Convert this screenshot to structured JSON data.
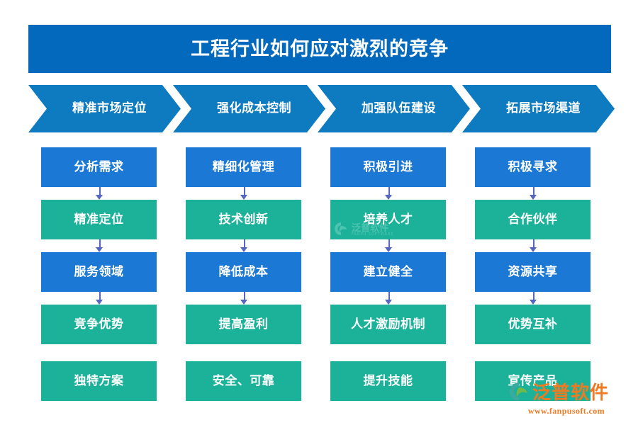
{
  "banner": {
    "title": "工程行业如何应对激烈的竞争",
    "color": "#0369bd"
  },
  "colors": {
    "banner_blue": "#0369bd",
    "chevron_blue": "#0e7ac0",
    "box_blue": "#1b78d4",
    "box_teal": "#1cb29a",
    "arrow": "#5566c0",
    "logo_orange": "#f07a22",
    "background": "#ffffff"
  },
  "chevrons": [
    {
      "label": "精准市场定位"
    },
    {
      "label": "强化成本控制"
    },
    {
      "label": "加强队伍建设"
    },
    {
      "label": "拓展市场渠道"
    }
  ],
  "columns": [
    {
      "header": "精准市场定位",
      "cells": [
        {
          "label": "分析需求",
          "color": "blue",
          "arrow_below": true
        },
        {
          "label": "精准定位",
          "color": "teal",
          "arrow_below": true
        },
        {
          "label": "服务领域",
          "color": "blue",
          "arrow_below": true
        },
        {
          "label": "竞争优势",
          "color": "teal",
          "arrow_below": false
        },
        {
          "label": "独特方案",
          "color": "teal",
          "arrow_below": false
        }
      ]
    },
    {
      "header": "强化成本控制",
      "cells": [
        {
          "label": "精细化管理",
          "color": "blue",
          "arrow_below": true
        },
        {
          "label": "技术创新",
          "color": "teal",
          "arrow_below": true
        },
        {
          "label": "降低成本",
          "color": "blue",
          "arrow_below": true
        },
        {
          "label": "提高盈利",
          "color": "teal",
          "arrow_below": false
        },
        {
          "label": "安全、可靠",
          "color": "teal",
          "arrow_below": false
        }
      ]
    },
    {
      "header": "加强队伍建设",
      "cells": [
        {
          "label": "积极引进",
          "color": "blue",
          "arrow_below": true
        },
        {
          "label": "培养人才",
          "color": "teal",
          "arrow_below": true
        },
        {
          "label": "建立健全",
          "color": "blue",
          "arrow_below": true
        },
        {
          "label": "人才激励机制",
          "color": "teal",
          "arrow_below": false
        },
        {
          "label": "提升技能",
          "color": "teal",
          "arrow_below": false
        }
      ]
    },
    {
      "header": "拓展市场渠道",
      "cells": [
        {
          "label": "积极寻求",
          "color": "blue",
          "arrow_below": true
        },
        {
          "label": "合作伙伴",
          "color": "teal",
          "arrow_below": true
        },
        {
          "label": "资源共享",
          "color": "blue",
          "arrow_below": true
        },
        {
          "label": "优势互补",
          "color": "teal",
          "arrow_below": false
        },
        {
          "label": "宣传产品",
          "color": "teal",
          "arrow_below": false
        }
      ]
    }
  ],
  "watermark": {
    "name_cn": "泛普软件",
    "name_en": "FANPU SOFTWARE"
  },
  "logo": {
    "name_cn": "泛普软件",
    "url": "www.fanpusoft.com"
  }
}
